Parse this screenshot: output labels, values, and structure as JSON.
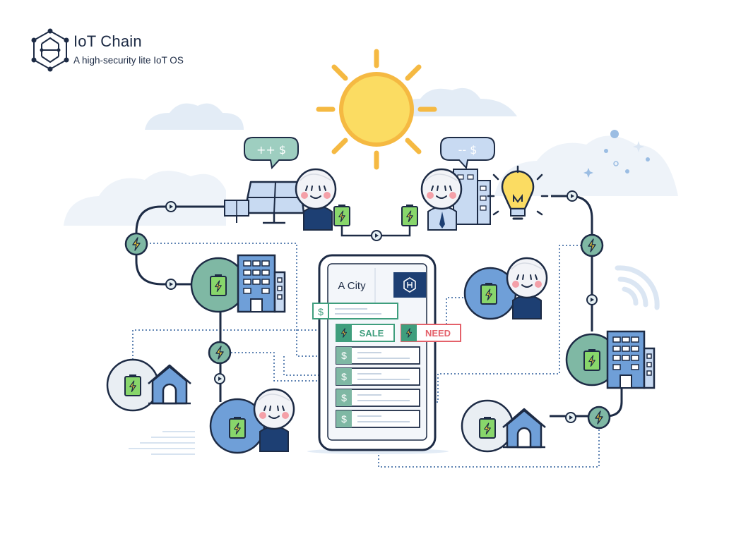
{
  "brand": {
    "title": "IoT Chain",
    "subtitle": "A high-security lite IoT OS"
  },
  "bubbles": {
    "producer": "++ $",
    "consumer": "-- $"
  },
  "phone": {
    "title": "A City",
    "sale_label": "SALE",
    "need_label": "NEED",
    "currency_symbol": "$"
  },
  "colors": {
    "navy": "#1d2b45",
    "sky_blue": "#6f9fd8",
    "light_blue": "#c8daf2",
    "teal": "#7fb8a4",
    "energy_green": "#88d66b",
    "sun_yellow": "#f5c445",
    "sale_green": "#3f9e7d",
    "need_red": "#e4616a"
  },
  "icons": [
    "iot-chain-logo-icon",
    "sun-icon",
    "solar-panel-icon",
    "lightbulb-icon",
    "battery-icon",
    "lightning-icon",
    "house-icon",
    "building-icon",
    "wifi-icon",
    "dollar-icon",
    "arrow-icon"
  ]
}
